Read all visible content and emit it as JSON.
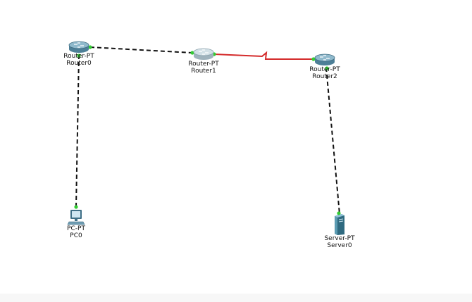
{
  "devices": {
    "router0": {
      "model": "Router-PT",
      "name": "Router0",
      "icon": "router-icon"
    },
    "router1": {
      "model": "Router-PT",
      "name": "Router1",
      "icon": "router-icon"
    },
    "router2": {
      "model": "Router-PT",
      "name": "Router2",
      "icon": "router-icon"
    },
    "pc0": {
      "model": "PC-PT",
      "name": "PC0",
      "icon": "pc-icon"
    },
    "server0": {
      "model": "Server-PT",
      "name": "Server0",
      "icon": "server-icon"
    }
  },
  "links": [
    {
      "from": "router0",
      "to": "router1",
      "type": "copper-crossover",
      "color": "#111111"
    },
    {
      "from": "router1",
      "to": "router2",
      "type": "serial",
      "color": "#d42a2a"
    },
    {
      "from": "router0",
      "to": "pc0",
      "type": "copper-crossover",
      "color": "#111111"
    },
    {
      "from": "router2",
      "to": "server0",
      "type": "copper-crossover",
      "color": "#111111"
    }
  ],
  "colors": {
    "port_up": "#33cc33",
    "serial_link": "#d42a2a",
    "ethernet_link": "#111111"
  }
}
